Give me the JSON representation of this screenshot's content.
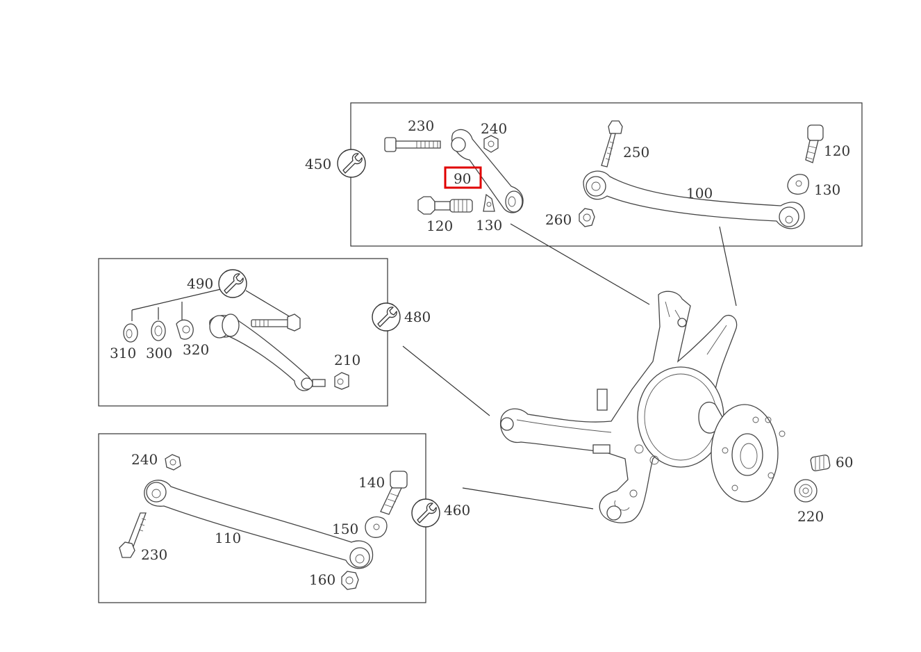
{
  "callouts": {
    "box_top": {
      "kit": "450",
      "bolt_230": "230",
      "nut_240": "240",
      "arm_90": "90",
      "bolt_120_left": "120",
      "plate_130_left": "130",
      "bolt_250": "250",
      "bolt_120_right": "120",
      "arm_100": "100",
      "plate_130_right": "130",
      "nut_260": "260"
    },
    "box_mid": {
      "kit_490": "490",
      "kit_480": "480",
      "part_310": "310",
      "part_300": "300",
      "part_320": "320",
      "nut_210": "210"
    },
    "box_bottom": {
      "nut_240": "240",
      "bolt_140": "140",
      "kit_460": "460",
      "plate_150": "150",
      "arm_110": "110",
      "bolt_230": "230",
      "nut_160": "160"
    },
    "hub": {
      "bolt_60": "60",
      "nut_220": "220"
    }
  },
  "highlight": {
    "callout": "90",
    "color": "#e00000"
  },
  "colors": {
    "line": "#333333",
    "background": "#ffffff"
  }
}
